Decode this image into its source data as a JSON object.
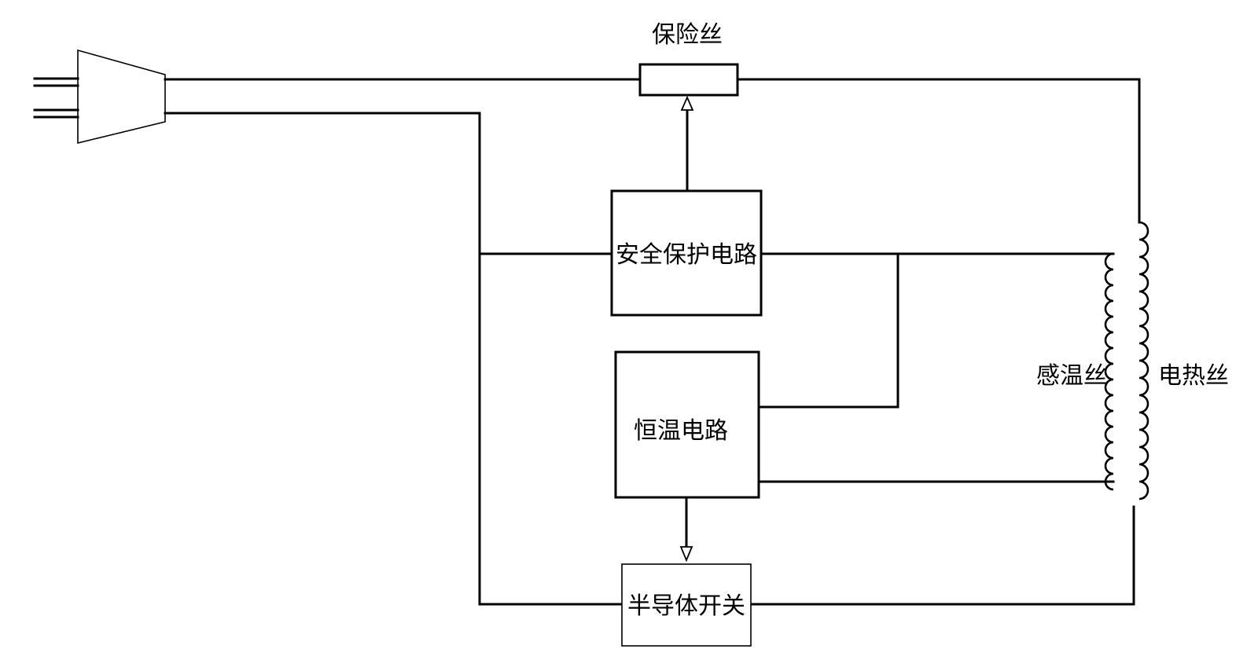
{
  "labels": {
    "fuse": "保险丝",
    "safety_circuit": "安全保护电路",
    "thermostat_circuit": "恒温电路",
    "semiconductor_switch": "半导体开关",
    "sensing_wire": "感温丝",
    "heating_wire": "电热丝"
  }
}
